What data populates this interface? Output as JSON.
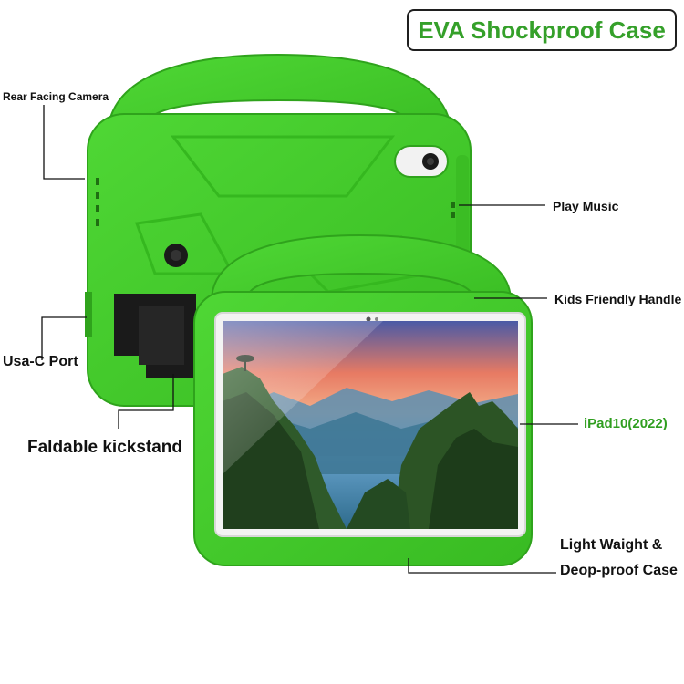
{
  "badge": {
    "title": "EVA Shockproof Case"
  },
  "callouts": {
    "rear_camera": "Rear Facing Camera",
    "play_music": "Play Music",
    "kids_handle": "Kids Friendly Handle",
    "usb_port": "Usa-C Port",
    "kickstand": "Faldable kickstand",
    "model": "iPad10(2022)",
    "light_weight_line1": "Light Waight &",
    "light_weight_line2": "Deop-proof Case"
  },
  "colors": {
    "case_green": "#43cf2a",
    "case_shadow": "#2fa31c",
    "accent_text_green": "#2f9e1f",
    "kickstand_black": "#1a1a1a"
  }
}
